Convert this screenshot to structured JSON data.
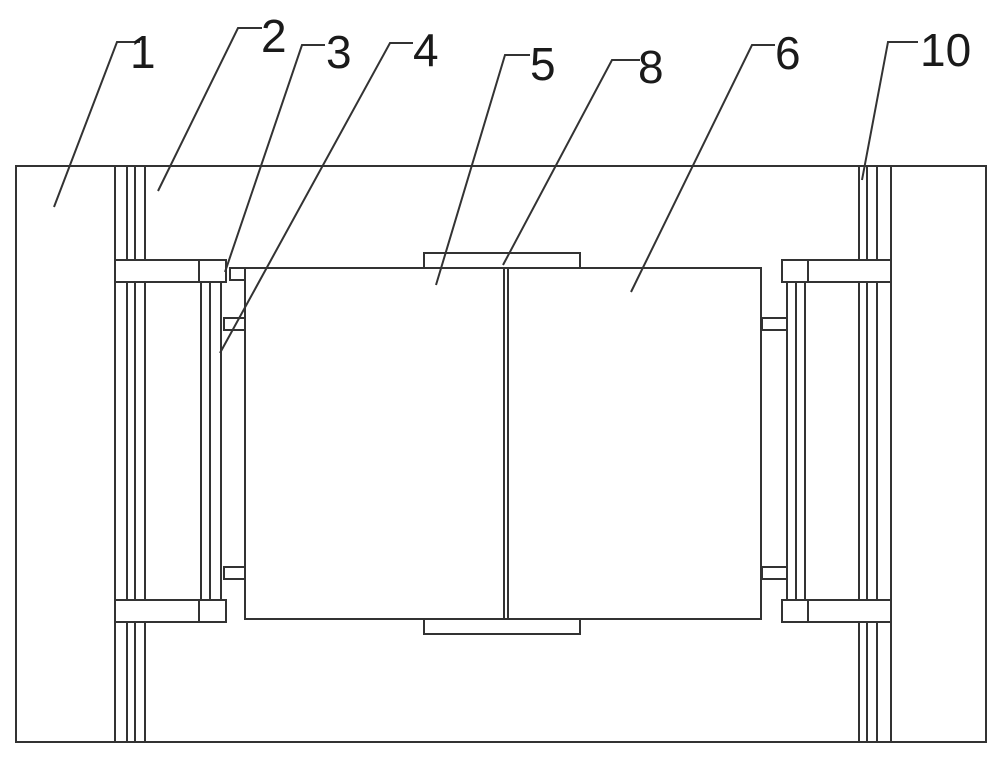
{
  "labels": {
    "l1": "1",
    "l2": "2",
    "l3": "3",
    "l4": "4",
    "l5": "5",
    "l8": "8",
    "l6": "6",
    "l10": "10"
  },
  "colors": {
    "stroke": "#333333",
    "background": "#ffffff"
  }
}
